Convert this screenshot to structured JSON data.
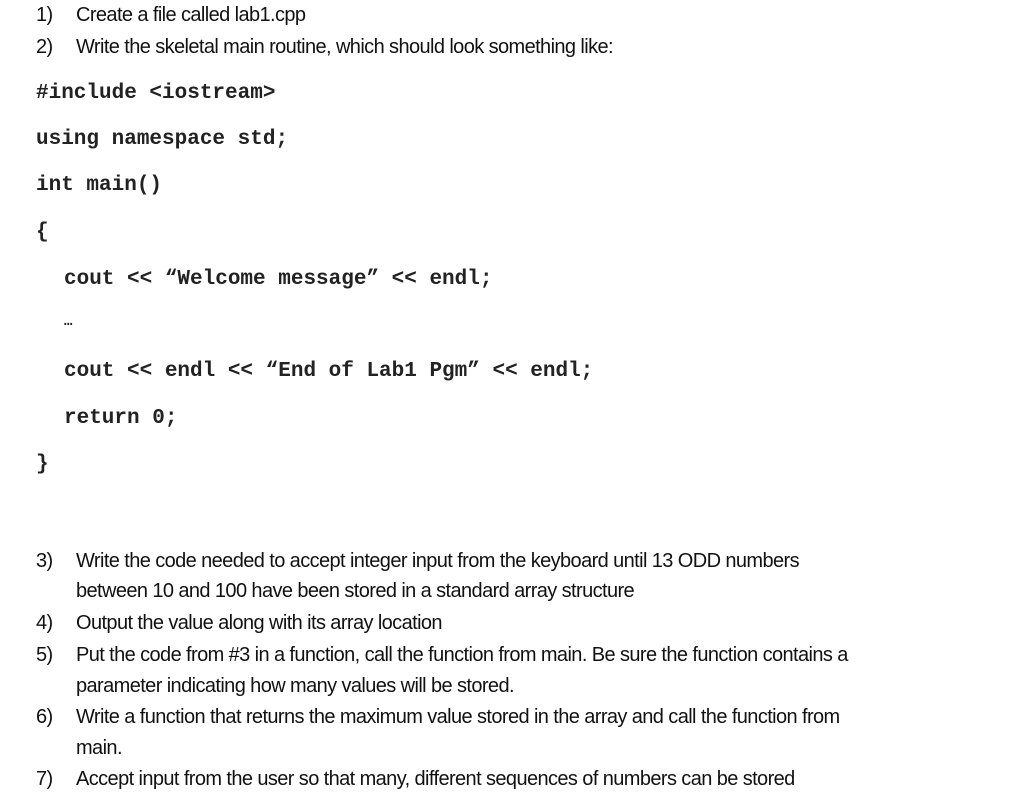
{
  "steps_top": [
    {
      "number": "1)",
      "text": "Create a file called lab1.cpp"
    },
    {
      "number": "2)",
      "text": "Write the skeletal main routine, which should look something like:"
    }
  ],
  "code": [
    "#include <iostream>",
    "using namespace std;",
    "int main()",
    "{",
    "cout << “Welcome message” << endl;",
    "…",
    "cout << endl << “End of Lab1 Pgm” << endl;",
    "return 0;",
    "}"
  ],
  "steps_bottom": [
    {
      "number": "3)",
      "line1": "Write the code needed to accept integer input from the keyboard until 13 ODD numbers",
      "line2": "between 10 and 100 have been stored in a standard array structure"
    },
    {
      "number": "4)",
      "line1": "Output the value along with its array location"
    },
    {
      "number": "5)",
      "line1": "Put the code from #3 in a function, call the function from main. Be sure the function contains a",
      "line2": "parameter indicating how many values will be stored."
    },
    {
      "number": "6)",
      "line1": "Write a function that returns the maximum value stored in the array and call the function from",
      "line2": "main."
    },
    {
      "number": "7)",
      "line1": "Accept input from the user so that many, different sequences of numbers can be stored"
    }
  ]
}
